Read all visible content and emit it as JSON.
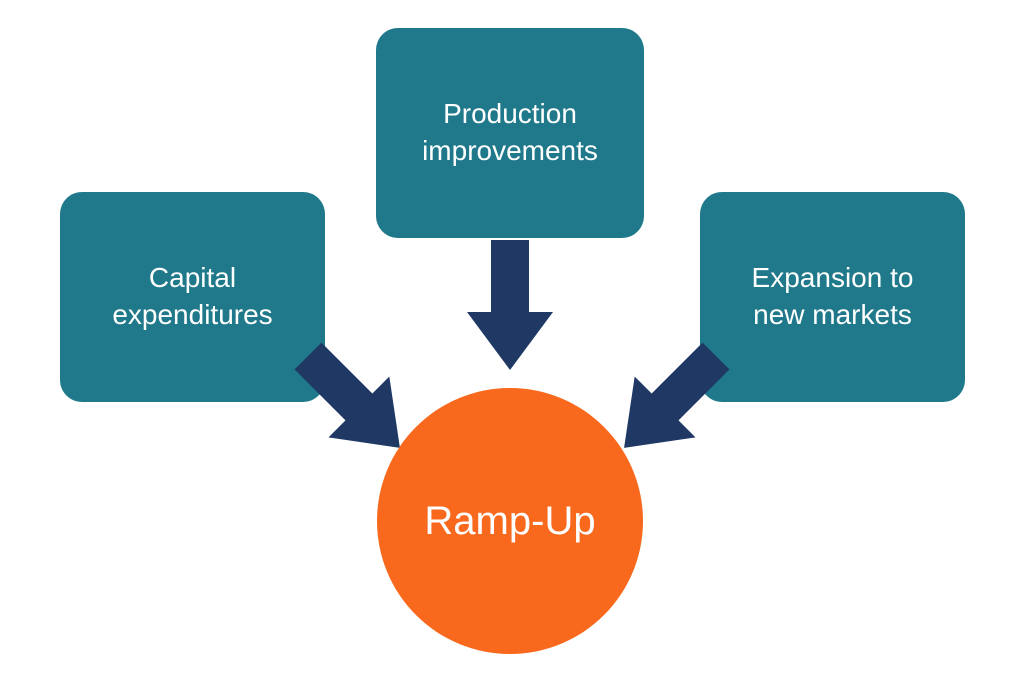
{
  "nodes": {
    "capital": "Capital expenditures",
    "production": "Production improvements",
    "expansion": "Expansion to new markets",
    "center": "Ramp-Up"
  },
  "icons": {
    "left_arrow": "arrow-down-right",
    "center_arrow": "arrow-down",
    "right_arrow": "arrow-down-left"
  },
  "colors": {
    "box": "#20798a",
    "arrow": "#1f3864",
    "circle": "#f8691d",
    "text": "#ffffff",
    "background": "#ffffff"
  }
}
